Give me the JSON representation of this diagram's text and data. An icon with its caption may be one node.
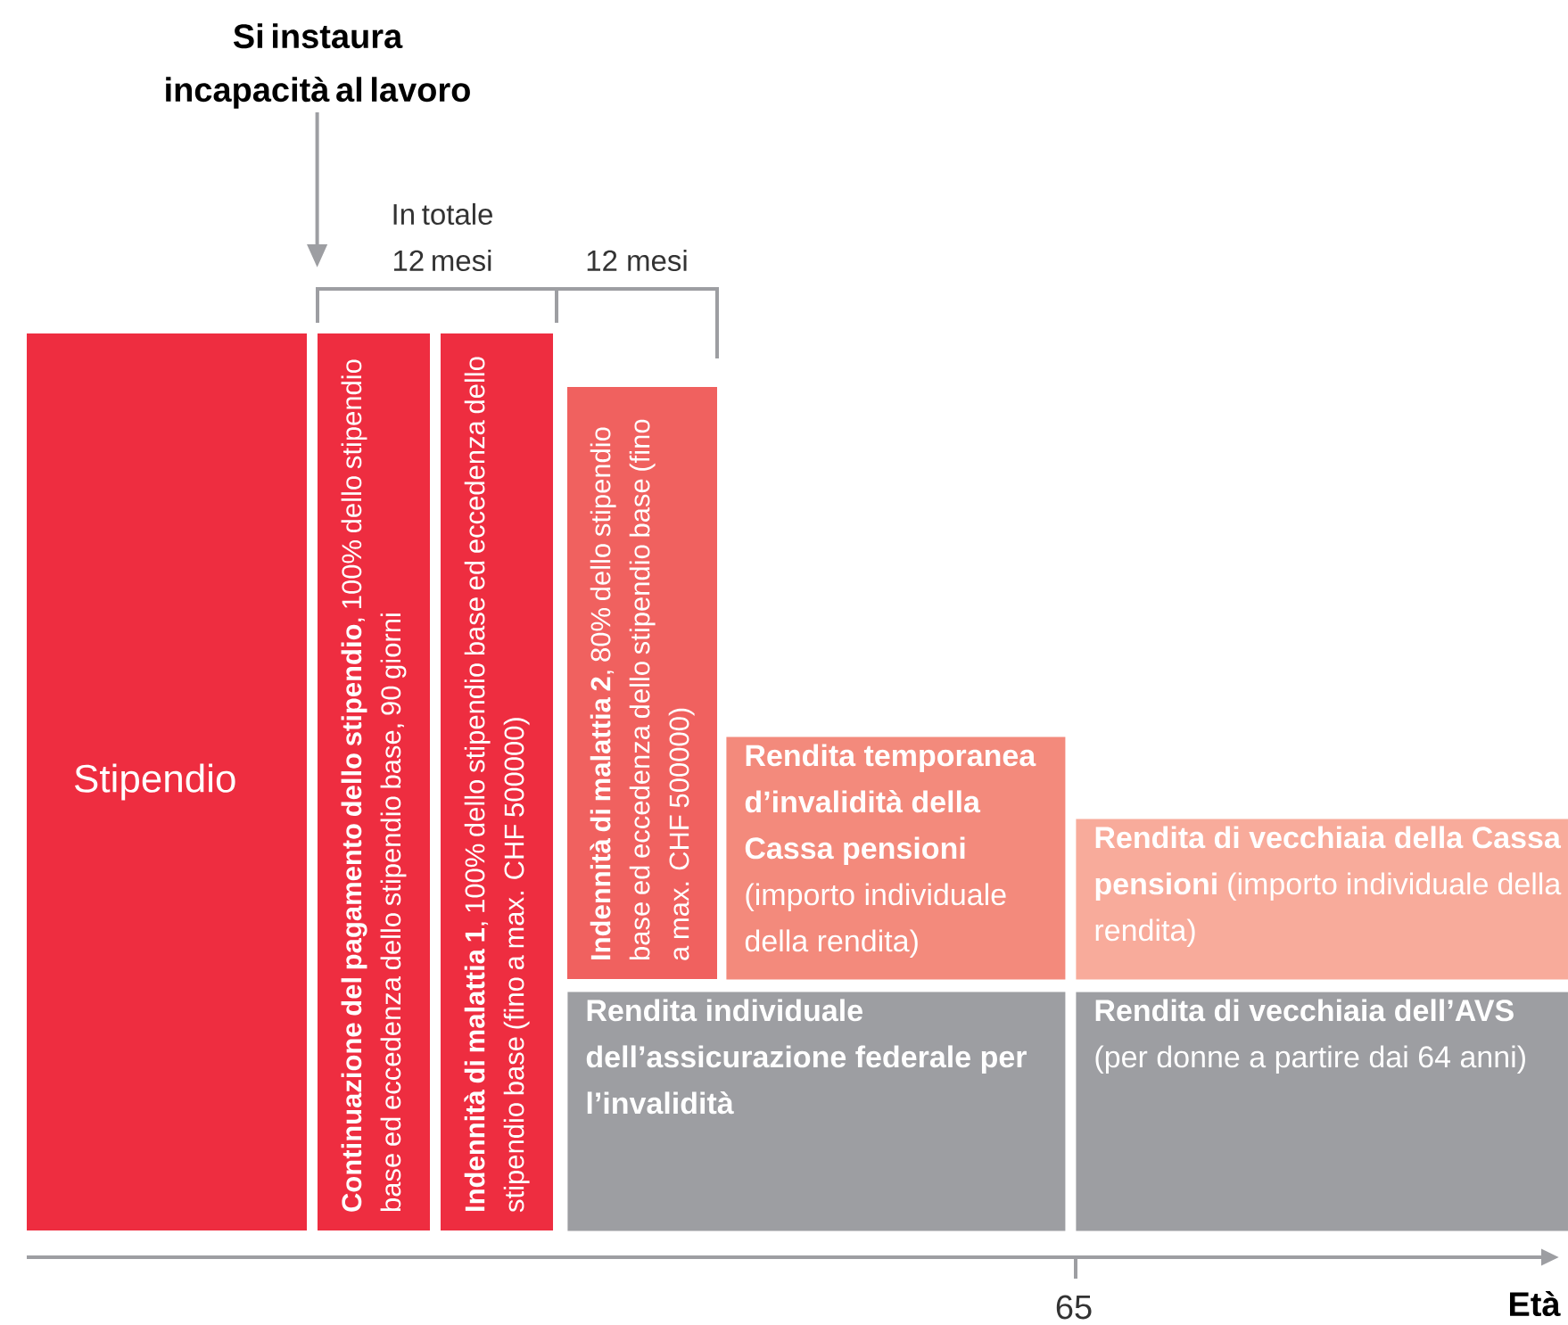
{
  "diagram": {
    "nodes": [
      {
        "text": [
          "Si instaura incapacità al lavoro"
        ]
      },
      {
        "text": [
          "Stipendio"
        ]
      },
      {
        "text": [
          "**Continuazione del pagamento dello stipendio**, 100% dello stipendio base ed eccedenza dello stipendio base, 90 giorni"
        ]
      },
      {
        "text": [
          "**Indennità di malattia 1**, 100% dello stipendio base ed eccedenza dello stipendio base (fino a max. CHF 500000)"
        ]
      },
      {
        "text": [
          "**Indennità di malattia 2**, 80% dello stipendio base ed eccedenza dello stipendio base (fino a max. CHF 500000)"
        ]
      },
      {
        "text": [
          "**Rendita temporanea d’invalidità della Cassa pensioni** (importo individuale della rendita)"
        ]
      },
      {
        "text": [
          "**Rendita di vecchiaia della Cassa pensioni** (importo individuale della rendita)"
        ]
      },
      {
        "text": [
          "Rendita individuale dell’assicurazione federale per l’invalidità"
        ]
      },
      {
        "text": [
          "**Rendita di vecchiaia dell’AVS** (per donne a partire dai 64 anni)"
        ]
      }
    ],
    "edges": [
      {
        "from": 0,
        "to": 2,
        "arrow": "to"
      }
    ],
    "labels": [
      "In totale 12 mesi",
      "12 mesi",
      "65",
      "Età"
    ]
  }
}
